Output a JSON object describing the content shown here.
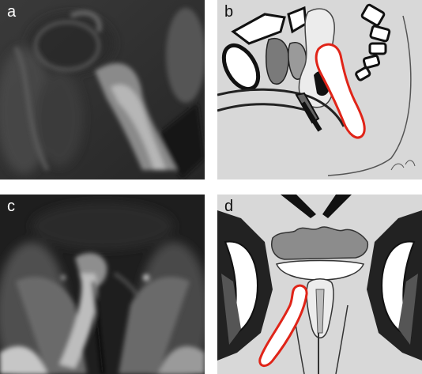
{
  "panels": [
    {
      "id": "a",
      "label": "a",
      "kind": "mri-sagittal"
    },
    {
      "id": "b",
      "label": "b",
      "kind": "schematic-sagittal"
    },
    {
      "id": "c",
      "label": "c",
      "kind": "mri-axial"
    },
    {
      "id": "d",
      "label": "d",
      "kind": "schematic-axial"
    }
  ],
  "colors": {
    "schematic_background": "#d8d8d8",
    "mri_background": "#1e1e1e",
    "highlight_outline": "#e02418",
    "tissue_dark_gray": "#7a7a7a",
    "tissue_light_gray": "#e4e4e4"
  }
}
